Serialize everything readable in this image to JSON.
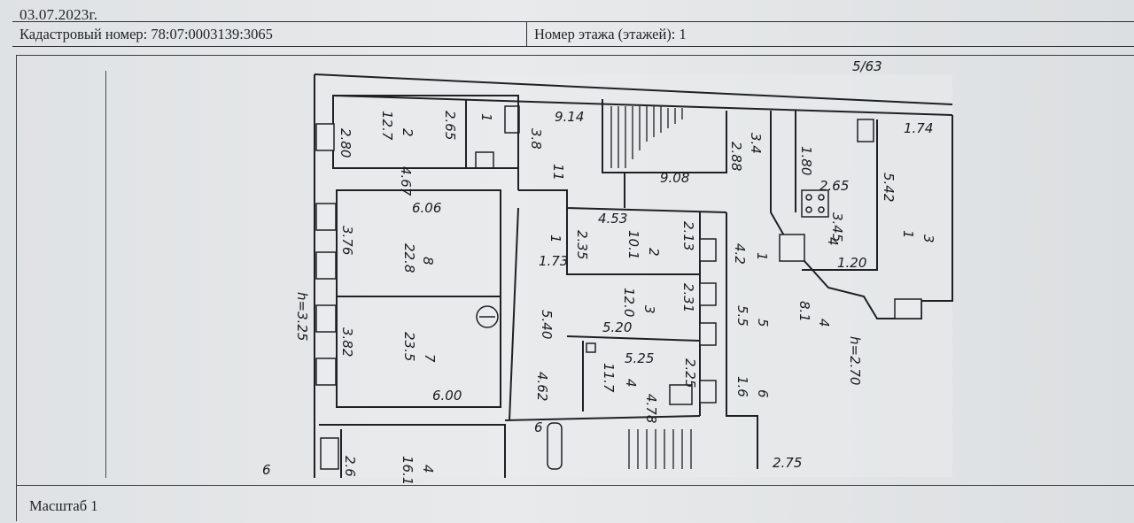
{
  "document": {
    "date": "03.07.2023г.",
    "cadastral_label": "Кадастровый номер: 78:07:0003139:3065",
    "floor_label": "Номер этажа (этажей): 1",
    "scale_label": "Масштаб 1"
  },
  "plan_labels": {
    "h_left": "h=3.25",
    "h_right": "h=2.70",
    "top_note": "5/63",
    "corner_note": "6",
    "room2_area": "12.7",
    "room2_num": "2",
    "room2_side": "2.80",
    "room2_width": "4.67",
    "room1_num": "1",
    "room1_dim": "2.65",
    "stair_dim": "9.14",
    "stair_a": "3.8",
    "stair_b": "11",
    "corr_dim": "9.08",
    "k_dim1": "2.88",
    "k_dim2": "3.4",
    "r6_top": "6.06",
    "r8_area": "22.8",
    "r8_num": "8",
    "r8_side": "3.76",
    "r2b_len": "4.53",
    "r2b_area": "10.1",
    "r2b_num": "2",
    "r2b_side1": "2.35",
    "r2b_side2": "2.13",
    "r1b_dim": "1.73",
    "r1b_num": "1",
    "k_area": "4.2",
    "k_num": "1",
    "r7_area": "23.5",
    "r7_num": "7",
    "r7_side": "3.82",
    "r7_width": "6.00",
    "r3_area": "12.0",
    "r3_num": "3",
    "r3_w": "5.20",
    "r3_side": "2.31",
    "corr_len": "5.40",
    "r5_area": "5.5",
    "r5_num": "5",
    "r4_w": "5.25",
    "r4_area": "11.7",
    "r4_num": "4",
    "r4_side": "2.25",
    "r4_len": "4.78",
    "r9_dim": "4.62",
    "r6_area": "1.6",
    "r6_num": "6",
    "r4b_area": "8.1",
    "r4b_num": "4",
    "rk_dim1": "1.80",
    "rk_dim2": "2.65",
    "rk_dim3": "3.45",
    "rk_dim4": "1.20",
    "rk_num": "4",
    "r3c_dim": "5.42",
    "r3c_area": "1",
    "r3c_num": "3",
    "r3c_top": "1.74",
    "bot_area": "16.1",
    "bot_num": "4",
    "bot_side": "2.6",
    "bot_note": "6",
    "bot_right": "2.75"
  }
}
